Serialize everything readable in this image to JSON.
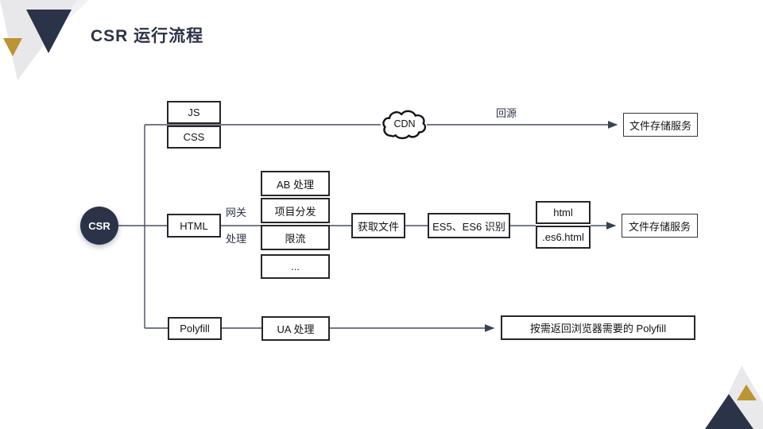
{
  "slide": {
    "title": "CSR 运行流程"
  },
  "palette": {
    "navy": "#2b3348",
    "gold": "#bd9434",
    "line": "#474e5f",
    "light_gray": "#e9e9ec"
  },
  "diagram": {
    "root_label": "CSR",
    "cdn_label": "CDN",
    "nodes": {
      "js": "JS",
      "css": "CSS",
      "html": "HTML",
      "polyfill": "Polyfill",
      "storage_top": "文件存储服务",
      "ab": "AB 处理",
      "dispatch": "项目分发",
      "rate_limit": "限流",
      "more": "...",
      "fetch_file": "获取文件",
      "es_detect": "ES5、ES6 识别",
      "html_file": "html",
      "es6_file": ".es6.html",
      "storage_mid": "文件存储服务",
      "ua": "UA 处理",
      "polyfill_return": "按需返回浏览器需要的 Polyfill"
    },
    "labels": {
      "back_to_origin": "回源",
      "gateway_line1": "网关",
      "gateway_line2": "处理"
    }
  }
}
